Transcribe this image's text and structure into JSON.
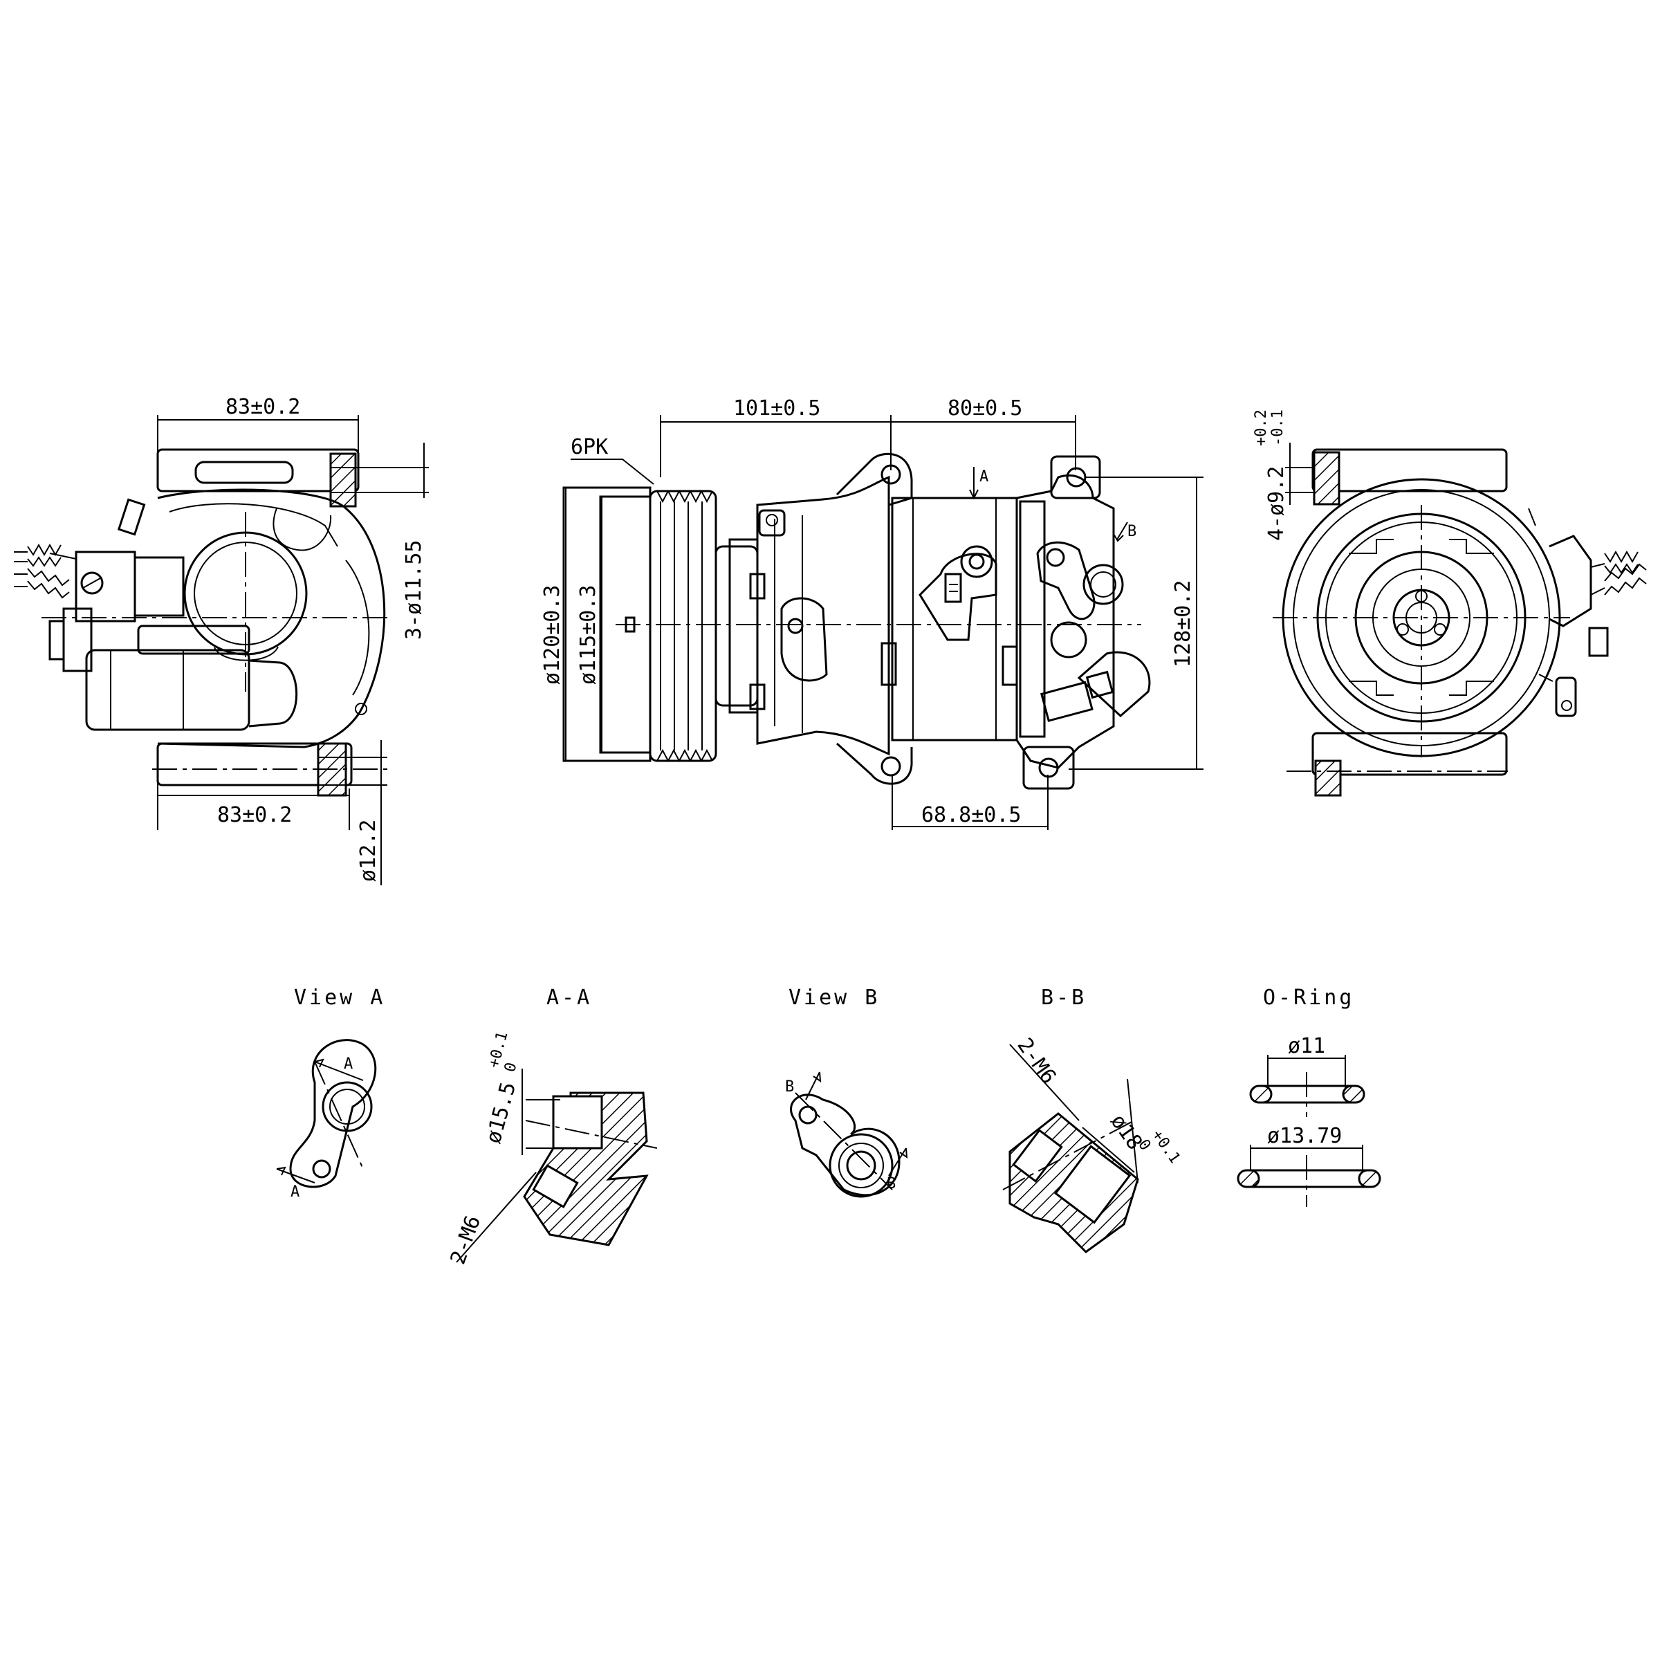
{
  "dims": {
    "left_top_width": "83±0.2",
    "left_bottom_width": "83±0.2",
    "left_holes": "3-ø11.55",
    "left_pin": "ø12.2",
    "belt": "6PK",
    "pulley_outer": "ø120±0.3",
    "pulley_inner": "ø115±0.3",
    "front_length": "101±0.5",
    "rear_length": "80±0.5",
    "body_height": "128±0.2",
    "bottom_length": "68.8±0.5",
    "right_holes": "4-ø9.2",
    "right_tol_plus": "+0.2",
    "right_tol_minus": "-0.1"
  },
  "markers": {
    "view_a_arrow": "A",
    "view_b_arrow": "B"
  },
  "details": {
    "view_a": {
      "title": "View  A",
      "mark": "A"
    },
    "section_aa": {
      "title": "A-A",
      "dia": "ø15.5",
      "tol": "+0.1\n0",
      "thread": "2-M6"
    },
    "view_b": {
      "title": "View  B",
      "mark": "B"
    },
    "section_bb": {
      "title": "B-B",
      "dia": "ø18",
      "tol": "+0.1\n0",
      "thread": "2-M6"
    },
    "oring": {
      "title": "O-Ring",
      "dia_small": "ø11",
      "dia_large": "ø13.79"
    }
  }
}
